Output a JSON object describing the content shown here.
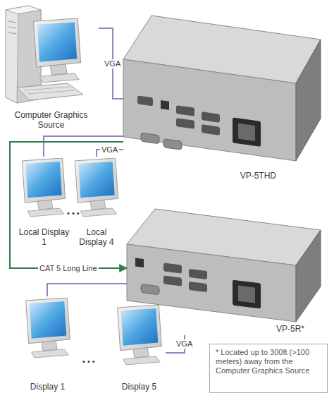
{
  "diagram": {
    "nodes": [
      {
        "text": [
          "Computer Graphics Source"
        ]
      },
      {
        "text": [
          "VP-5THD"
        ]
      },
      {
        "text": [
          "Local Display 1"
        ]
      },
      {
        "text": [
          "Local Display 4"
        ]
      },
      {
        "text": [
          "VP-5R*"
        ]
      },
      {
        "text": [
          "Display 1"
        ]
      },
      {
        "text": [
          "Display 5"
        ]
      },
      {
        "text": [
          "* Located up to 300ft (>100 meters) away from the Computer Graphics Source"
        ]
      }
    ],
    "edges": [
      {
        "from": 0,
        "to": 1,
        "arrow": "none",
        "label": "VGA"
      },
      {
        "from": 1,
        "to": 2,
        "arrow": "none"
      },
      {
        "from": 1,
        "to": 3,
        "arrow": "none",
        "label": "VGA"
      },
      {
        "from": 1,
        "to": 4,
        "arrow": "to",
        "label": "CAT 5 Long Line"
      },
      {
        "from": 4,
        "to": 5,
        "arrow": "none"
      },
      {
        "from": 4,
        "to": 6,
        "arrow": "none",
        "label": "VGA"
      }
    ],
    "labels": [
      "• • •",
      "• • •"
    ]
  }
}
